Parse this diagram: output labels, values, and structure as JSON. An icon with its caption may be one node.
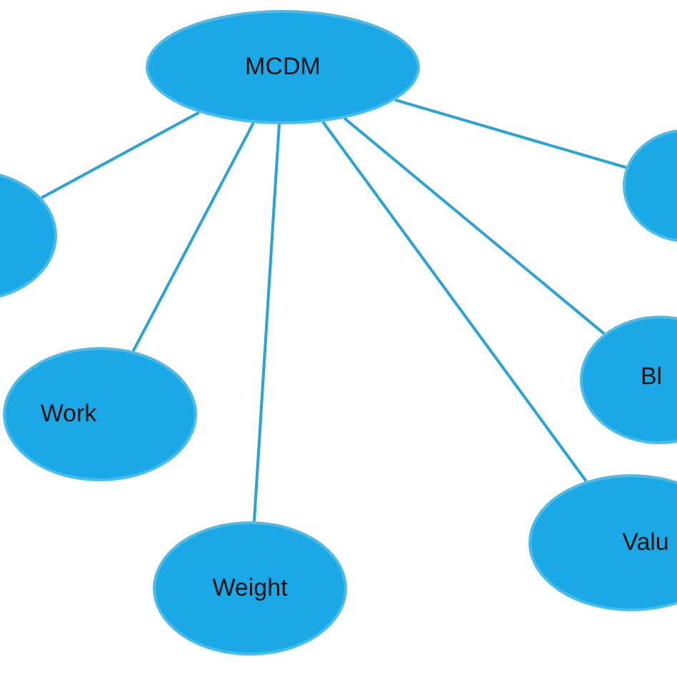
{
  "diagram": {
    "nodes": [
      {
        "text": [
          "MCDM"
        ]
      },
      {
        "text": [],
        "shape": "ellipse"
      },
      {
        "text": [
          "Work"
        ]
      },
      {
        "text": [
          "Weight"
        ]
      },
      {
        "text": [
          "Valu"
        ]
      },
      {
        "text": [
          "Bl"
        ]
      },
      {
        "text": [],
        "shape": "ellipse"
      }
    ],
    "edges": [
      {
        "from": 0,
        "to": 1,
        "arrow": "none"
      },
      {
        "from": 0,
        "to": 2,
        "arrow": "none"
      },
      {
        "from": 0,
        "to": 3,
        "arrow": "none"
      },
      {
        "from": 0,
        "to": 4,
        "arrow": "none"
      },
      {
        "from": 0,
        "to": 5,
        "arrow": "none"
      },
      {
        "from": 0,
        "to": 6,
        "arrow": "none"
      }
    ]
  }
}
